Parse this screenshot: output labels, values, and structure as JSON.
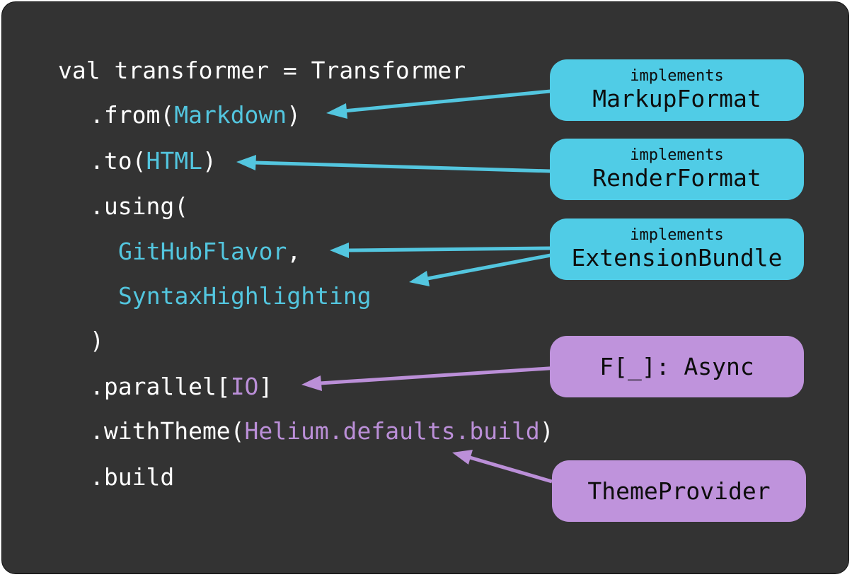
{
  "code": {
    "line1": "val transformer = Transformer",
    "line2": {
      "prefix": ".from(",
      "arg": "Markdown",
      "suffix": ")"
    },
    "line3": {
      "prefix": ".to(",
      "arg": "HTML",
      "suffix": ")"
    },
    "line4": ".using(",
    "line5": {
      "arg": "GitHubFlavor",
      "suffix": ","
    },
    "line6": {
      "arg": "SyntaxHighlighting"
    },
    "line7": ")",
    "line8": {
      "prefix": ".parallel[",
      "arg": "IO",
      "suffix": "]"
    },
    "line9": {
      "prefix": ".withTheme(",
      "arg": "Helium.defaults.build",
      "suffix": ")"
    },
    "line10": ".build"
  },
  "boxes": {
    "markup": {
      "small": "implements",
      "big": "MarkupFormat"
    },
    "render": {
      "small": "implements",
      "big": "RenderFormat"
    },
    "extension": {
      "small": "implements",
      "big": "ExtensionBundle"
    },
    "async": {
      "big": "F[_]: Async"
    },
    "theme": {
      "big": "ThemeProvider"
    }
  },
  "colors": {
    "background": "#333333",
    "code_text": "#ffffff",
    "cyan": "#53c6df",
    "purple": "#bb8fd8"
  }
}
